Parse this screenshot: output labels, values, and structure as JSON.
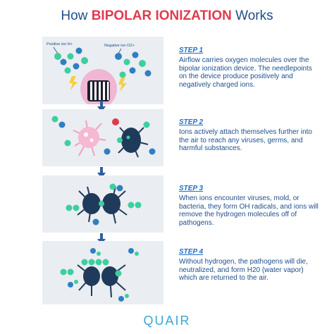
{
  "title": {
    "prefix": "How ",
    "highlight": "BIPOLAR IONIZATION",
    "suffix": " Works"
  },
  "panels": {
    "p1": {
      "positive_label": "Positive ion H+",
      "negative_label": "Negative ion O2+"
    }
  },
  "steps": [
    {
      "label": "STEP 1",
      "text": "Airflow carries oxygen molecules over the bipolar ionization device. The needlepoints on the device produce positively and negatively charged ions."
    },
    {
      "label": "STEP 2",
      "text": "Ions actively attach themselves further into the air to reach any viruses, germs, and harmful substances."
    },
    {
      "label": "STEP 3",
      "text": "When ions encounter viruses, mold, or bacteria, they form OH radicals, and ions will remove the hydrogen molecules off of pathogens."
    },
    {
      "label": "STEP 4",
      "text": "Without hydrogen, the pathogens will die, neutralized, and form H20 (water vapor) which are returned to the air."
    }
  ],
  "logo": "QUAIR",
  "colors": {
    "title_blue": "#1f4e8c",
    "title_red": "#e03a4e",
    "step_blue": "#1f6fc8",
    "ion_green": "#3ccfa0",
    "ion_blue": "#2f7fc4",
    "virus_pink": "#f2a0c0",
    "virus_navy": "#1f3a5a",
    "logo_blue": "#3aa6d8"
  }
}
